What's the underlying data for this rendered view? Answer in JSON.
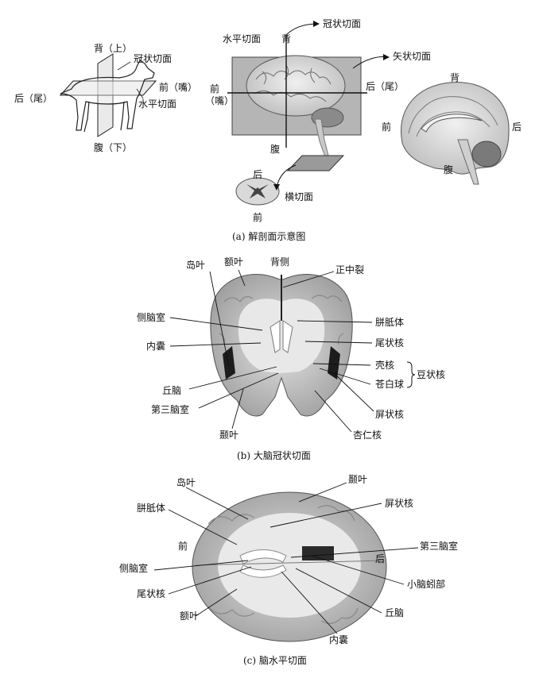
{
  "panel_a": {
    "caption": "(a) 解剖面示意图",
    "dog": {
      "back_up": "背（上）",
      "coronal": "冠状切面",
      "rear_tail": "后（尾）",
      "front_mouth": "前（嘴）",
      "horizontal": "水平切面",
      "belly_down": "腹（下）"
    },
    "brain": {
      "horizontal": "水平切面",
      "back": "背",
      "coronal": "冠状切面",
      "sagittal": "矢状切面",
      "front": "前",
      "mouth": "（嘴）",
      "rear_tail": "后（尾）",
      "belly": "腹",
      "rear": "后",
      "transverse": "横切面",
      "front_bottom": "前"
    },
    "medial": {
      "back": "背",
      "front": "前",
      "rear": "后",
      "belly": "腹"
    }
  },
  "panel_b": {
    "caption": "(b) 大脑冠状切面",
    "insula": "岛叶",
    "frontal": "额叶",
    "dorsal": "背侧",
    "median_fissure": "正中裂",
    "lateral_ventricle": "侧脑室",
    "corpus_callosum": "胼胝体",
    "internal_capsule": "内囊",
    "caudate": "尾状核",
    "putamen": "壳核",
    "lentiform": "豆状核",
    "globus_pallidus": "苍白球",
    "thalamus": "丘脑",
    "third_ventricle": "第三脑室",
    "claustrum": "屏状核",
    "temporal": "颞叶",
    "amygdala": "杏仁核"
  },
  "panel_c": {
    "caption": "(c) 脑水平切面",
    "insula": "岛叶",
    "temporal": "颞叶",
    "corpus_callosum": "胼胝体",
    "claustrum": "屏状核",
    "front": "前",
    "third_ventricle": "第三脑室",
    "rear": "后",
    "lateral_ventricle": "侧脑室",
    "vermis": "小脑蚓部",
    "caudate": "尾状核",
    "frontal": "额叶",
    "thalamus": "丘脑",
    "internal_capsule": "内囊"
  }
}
